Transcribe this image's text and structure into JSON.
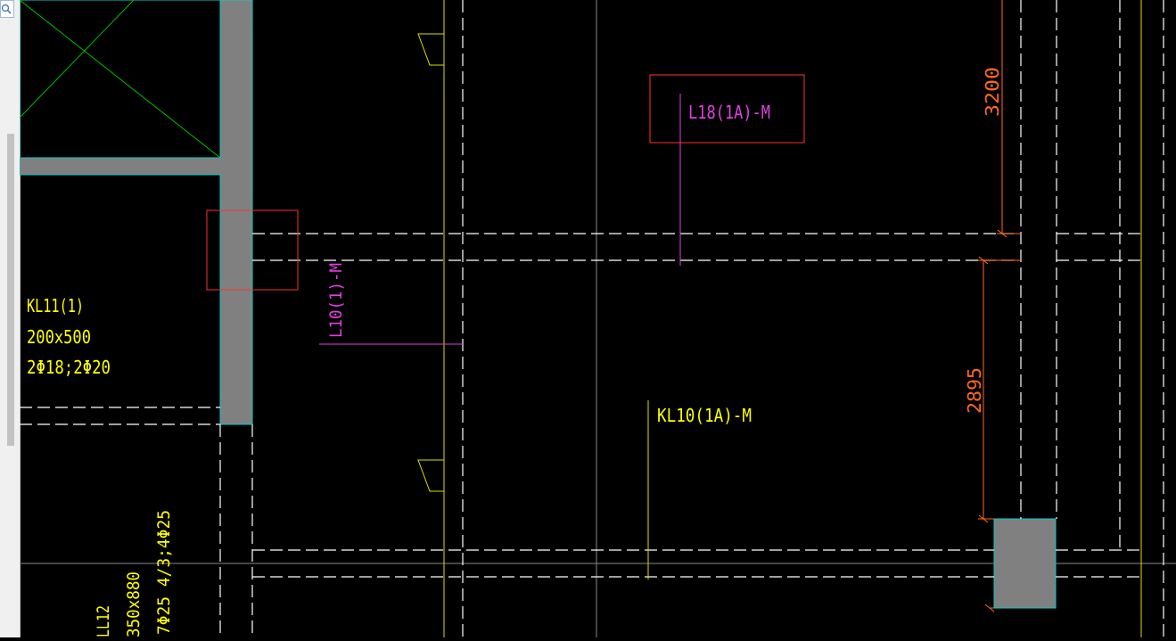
{
  "sidebar": {
    "search_icon": "search-icon"
  },
  "beams": {
    "l18": "L18(1A)-M",
    "l10": "L10(1)-M",
    "kl10": "KL10(1A)-M",
    "kl11": {
      "name": "KL11(1)",
      "size": "200x500",
      "rebar": "2Φ18;2Φ20"
    },
    "ll12": {
      "name": "LL12",
      "size": "350x880",
      "rebar": "7Φ25 4/3;4Φ25"
    }
  },
  "dimensions": {
    "upper": "3200",
    "lower": "2895"
  },
  "colors": {
    "background": "#000000",
    "beam_label": "#ffff00",
    "secondary_label": "#e040e0",
    "dimension": "#ff6a1a",
    "wall_fill": "#808080",
    "wall_edge": "#00cccc",
    "highlight_box": "#ff3030"
  }
}
